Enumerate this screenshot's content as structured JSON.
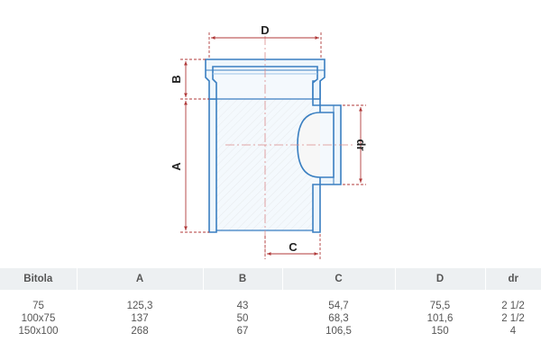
{
  "diagram": {
    "labels": {
      "d": "D",
      "b": "B",
      "a": "A",
      "c": "C",
      "dr": "dr"
    },
    "colors": {
      "pipe_outline": "#3a7fc1",
      "pipe_fill": "#eef6fc",
      "dimension": "#b03a3a",
      "centerline": "#d98a8a",
      "hatch": "#cfcfcf"
    }
  },
  "table": {
    "headers": [
      "Bitola",
      "A",
      "B",
      "C",
      "D",
      "dr"
    ],
    "rows": [
      [
        "75",
        "125,3",
        "43",
        "54,7",
        "75,5",
        "2 1/2"
      ],
      [
        "100x75",
        "137",
        "50",
        "68,3",
        "101,6",
        "2 1/2"
      ],
      [
        "150x100",
        "268",
        "67",
        "106,5",
        "150",
        "4"
      ]
    ],
    "header_bg": "#edf0f2"
  }
}
